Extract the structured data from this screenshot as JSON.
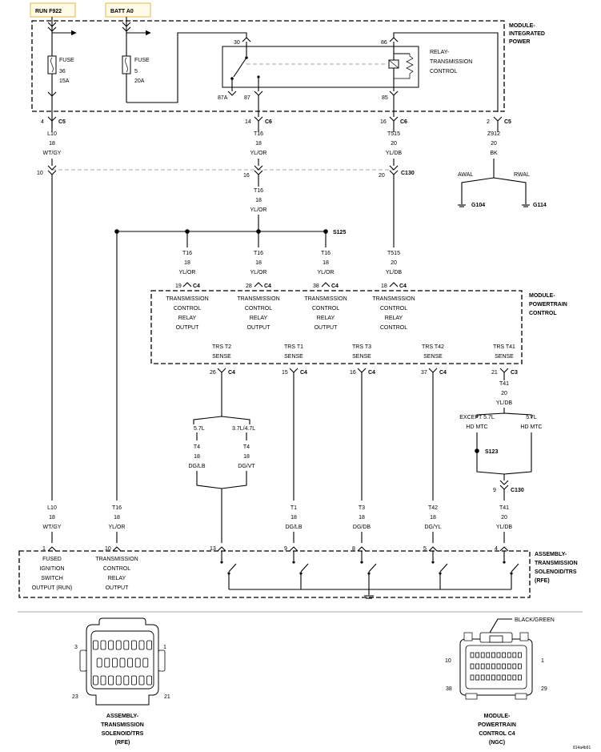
{
  "sources": {
    "run": "RUN F922",
    "batt": "BATT A0"
  },
  "fuses": {
    "f36": {
      "label": "FUSE",
      "number": "36",
      "rating": "15A"
    },
    "f5": {
      "label": "FUSE",
      "number": "5",
      "rating": "20A"
    }
  },
  "modules": {
    "ipm": {
      "line1": "MODULE-",
      "line2": "INTEGRATED",
      "line3": "POWER"
    },
    "pcm": {
      "line1": "MODULE-",
      "line2": "POWERTRAIN",
      "line3": "CONTROL"
    },
    "trs": {
      "line1": "ASSEMBLY-",
      "line2": "TRANSMISSION",
      "line3": "SOLENOID/TRS",
      "line4": "(RFE)"
    }
  },
  "relay": {
    "line1": "RELAY-",
    "line2": "TRANSMISSION",
    "line3": "CONTROL",
    "pins": {
      "p30": "30",
      "p86": "86",
      "p87a": "87A",
      "p87": "87",
      "p85": "85"
    }
  },
  "ipm_connectors": {
    "c1": {
      "pin": "4",
      "conn": "C5"
    },
    "c2": {
      "pin": "14",
      "conn": "C6"
    },
    "c3": {
      "pin": "16",
      "conn": "C6"
    },
    "c4": {
      "pin": "2",
      "conn": "C5"
    }
  },
  "wires_top": {
    "l10": {
      "circuit": "L10",
      "gauge": "18",
      "color": "WT/GY"
    },
    "t16": {
      "circuit": "T16",
      "gauge": "18",
      "color": "YL/OR"
    },
    "t515": {
      "circuit": "T515",
      "gauge": "20",
      "color": "YL/DB"
    },
    "z912": {
      "circuit": "Z912",
      "gauge": "20",
      "color": "BK"
    }
  },
  "grounds": {
    "awal": "AWAL",
    "rwal": "RWAL",
    "g104": "G104",
    "g114": "G114"
  },
  "c130": {
    "conn": "C130",
    "pin_l10": "10",
    "pin_t16": "16",
    "pin_t515": "20",
    "pin_t41": "9"
  },
  "t16_mid": {
    "circuit": "T16",
    "gauge": "18",
    "color": "YL/OR"
  },
  "splice": {
    "s125": "S125",
    "s123": "S123"
  },
  "pcm_inputs": {
    "w1": {
      "circuit": "T16",
      "gauge": "18",
      "color": "YL/OR",
      "pin": "19",
      "conn": "C4"
    },
    "w2": {
      "circuit": "T16",
      "gauge": "18",
      "color": "YL/OR",
      "pin": "28",
      "conn": "C4"
    },
    "w3": {
      "circuit": "T16",
      "gauge": "18",
      "color": "YL/OR",
      "pin": "38",
      "conn": "C4"
    },
    "w4": {
      "circuit": "T515",
      "gauge": "20",
      "color": "YL/DB",
      "pin": "18",
      "conn": "C4"
    }
  },
  "pcm_functions": {
    "f1": {
      "l1": "TRANSMISSION",
      "l2": "CONTROL",
      "l3": "RELAY",
      "l4": "OUTPUT"
    },
    "f2": {
      "l1": "TRANSMISSION",
      "l2": "CONTROL",
      "l3": "RELAY",
      "l4": "OUTPUT"
    },
    "f3": {
      "l1": "TRANSMISSION",
      "l2": "CONTROL",
      "l3": "RELAY",
      "l4": "OUTPUT"
    },
    "f4": {
      "l1": "TRANSMISSION",
      "l2": "CONTROL",
      "l3": "RELAY",
      "l4": "CONTROL"
    }
  },
  "pcm_sense": {
    "s1": {
      "l1": "TRS T2",
      "l2": "SENSE",
      "pin": "26",
      "conn": "C4"
    },
    "s2": {
      "l1": "TRS T1",
      "l2": "SENSE",
      "pin": "15",
      "conn": "C4"
    },
    "s3": {
      "l1": "TRS T3",
      "l2": "SENSE",
      "pin": "16",
      "conn": "C4"
    },
    "s4": {
      "l1": "TRS T42",
      "l2": "SENSE",
      "pin": "37",
      "conn": "C4"
    },
    "s5": {
      "l1": "TRS T41",
      "l2": "SENSE",
      "pin": "21",
      "conn": "C3"
    }
  },
  "t4": {
    "v1": {
      "label": "5.7L",
      "circuit": "T4",
      "gauge": "18",
      "color": "DG/LB"
    },
    "v2": {
      "label": "3.7L/4.7L",
      "circuit": "T4",
      "gauge": "18",
      "color": "DG/VT"
    }
  },
  "t41": {
    "circuit": "T41",
    "gauge": "20",
    "color": "YL/DB",
    "opt1_l1": "EXCEPT 5.7L",
    "opt1_l2": "HD MTC",
    "opt2_l1": "5.7L",
    "opt2_l2": "HD MTC"
  },
  "bottom_wires": {
    "b1": {
      "circuit": "L10",
      "gauge": "18",
      "color": "WT/GY",
      "pin": "1"
    },
    "b2": {
      "circuit": "T16",
      "gauge": "18",
      "color": "YL/OR",
      "pin": "10"
    },
    "b3": {
      "circuit": "",
      "gauge": "",
      "color": "",
      "pin": "13"
    },
    "b4": {
      "circuit": "T1",
      "gauge": "18",
      "color": "DG/LB",
      "pin": "9"
    },
    "b5": {
      "circuit": "T3",
      "gauge": "18",
      "color": "DG/DB",
      "pin": "8"
    },
    "b6": {
      "circuit": "T42",
      "gauge": "18",
      "color": "DG/YL",
      "pin": "5"
    },
    "b7": {
      "circuit": "T41",
      "gauge": "20",
      "color": "YL/DB",
      "pin": "4"
    }
  },
  "trs_functions": {
    "f1": {
      "l1": "FUSED",
      "l2": "IGNITION",
      "l3": "SWITCH",
      "l4": "OUTPUT (RUN)"
    },
    "f2": {
      "l1": "TRANSMISSION",
      "l2": "CONTROL",
      "l3": "RELAY",
      "l4": "OUTPUT"
    }
  },
  "connector_views": {
    "left": {
      "pin_tl": "3",
      "pin_tr": "1",
      "pin_bl": "23",
      "pin_br": "21",
      "l1": "ASSEMBLY-",
      "l2": "TRANSMISSION",
      "l3": "SOLENOID/TRS",
      "l4": "(RFE)"
    },
    "right": {
      "pin_tl": "10",
      "pin_tr": "1",
      "pin_bl": "38",
      "pin_br": "29",
      "callout": "BLACK/GREEN",
      "l1": "MODULE-",
      "l2": "POWERTRAIN",
      "l3": "CONTROL C4",
      "l4": "(NGC)"
    }
  },
  "figure_id": "814a4b91"
}
